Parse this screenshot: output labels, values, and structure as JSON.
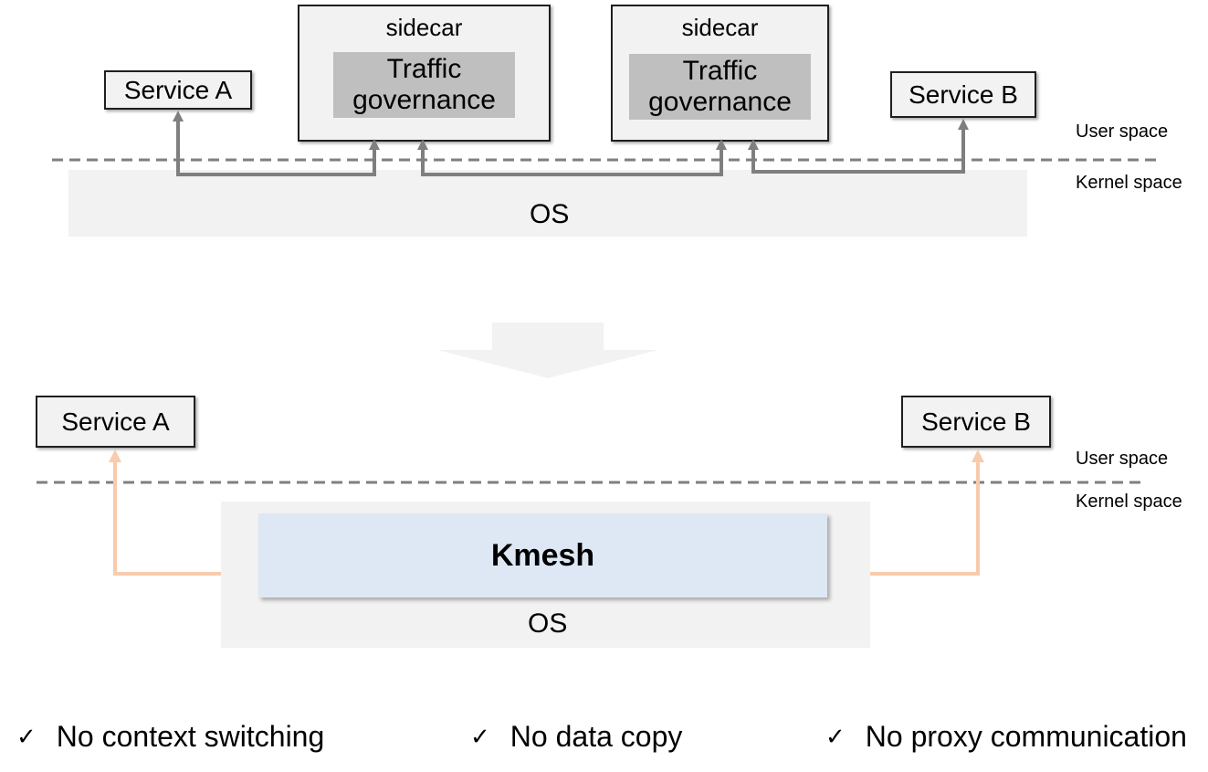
{
  "top": {
    "service_a": "Service A",
    "service_b": "Service B",
    "sidecar_left": {
      "title": "sidecar",
      "module": "Traffic governance"
    },
    "sidecar_right": {
      "title": "sidecar",
      "module": "Traffic governance"
    },
    "os": "OS",
    "user_space": "User space",
    "kernel_space": "Kernel space"
  },
  "bottom": {
    "service_a": "Service A",
    "service_b": "Service B",
    "kmesh": "Kmesh",
    "os": "OS",
    "user_space": "User space",
    "kernel_space": "Kernel space"
  },
  "features": [
    {
      "check": "✓",
      "label": "No context switching"
    },
    {
      "check": "✓",
      "label": "No data copy"
    },
    {
      "check": "✓",
      "label": "No proxy communication"
    }
  ],
  "colors": {
    "box_fill": "#f2f2f2",
    "traffic_governance_fill": "#bfbfbf",
    "kmesh_fill": "#dde8f4",
    "sidecar_path": "#7f7f7f",
    "kmesh_path": "#f8cbad",
    "boundary_line": "#7f7f7f"
  }
}
